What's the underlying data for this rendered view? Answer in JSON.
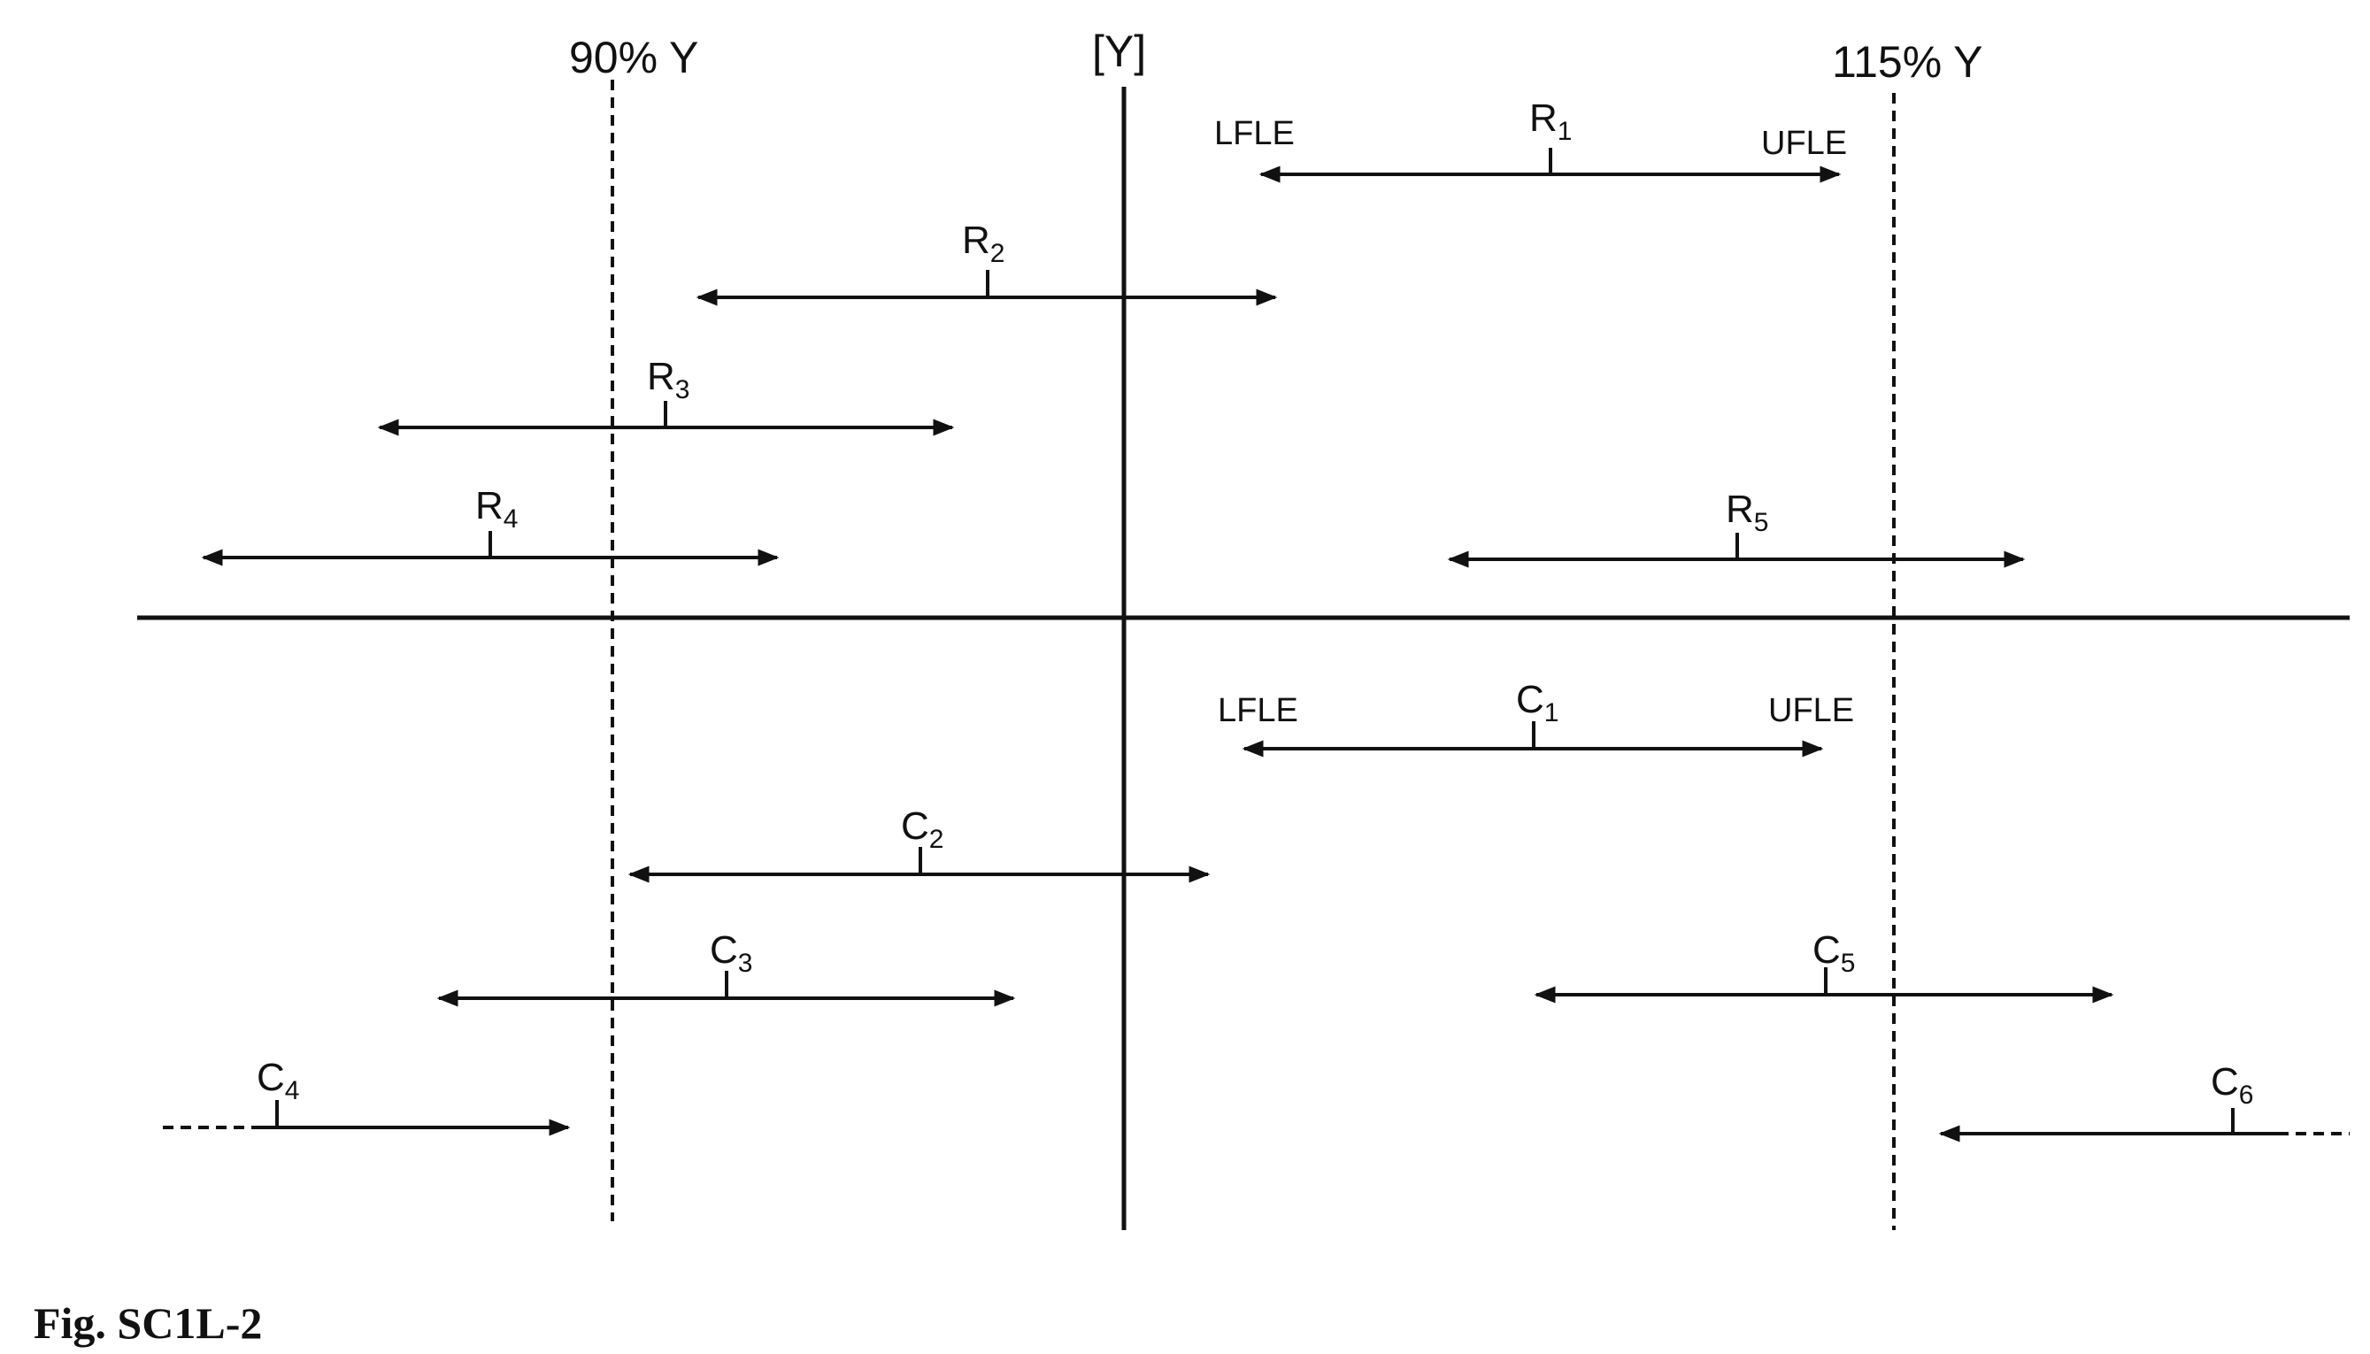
{
  "references": {
    "lower_limit_label": "90% Y",
    "center_label": "[Y]",
    "upper_limit_label": "115% Y"
  },
  "limit_labels": {
    "lower": "LFLE",
    "upper": "UFLE"
  },
  "reference_intervals": [
    {
      "id": "R1",
      "letter": "R",
      "sub": "1"
    },
    {
      "id": "R2",
      "letter": "R",
      "sub": "2"
    },
    {
      "id": "R3",
      "letter": "R",
      "sub": "3"
    },
    {
      "id": "R4",
      "letter": "R",
      "sub": "4"
    },
    {
      "id": "R5",
      "letter": "R",
      "sub": "5"
    }
  ],
  "comparison_intervals": [
    {
      "id": "C1",
      "letter": "C",
      "sub": "1"
    },
    {
      "id": "C2",
      "letter": "C",
      "sub": "2"
    },
    {
      "id": "C3",
      "letter": "C",
      "sub": "3"
    },
    {
      "id": "C4",
      "letter": "C",
      "sub": "4"
    },
    {
      "id": "C5",
      "letter": "C",
      "sub": "5"
    },
    {
      "id": "C6",
      "letter": "C",
      "sub": "6"
    }
  ],
  "caption": "Fig. SC1L-2"
}
